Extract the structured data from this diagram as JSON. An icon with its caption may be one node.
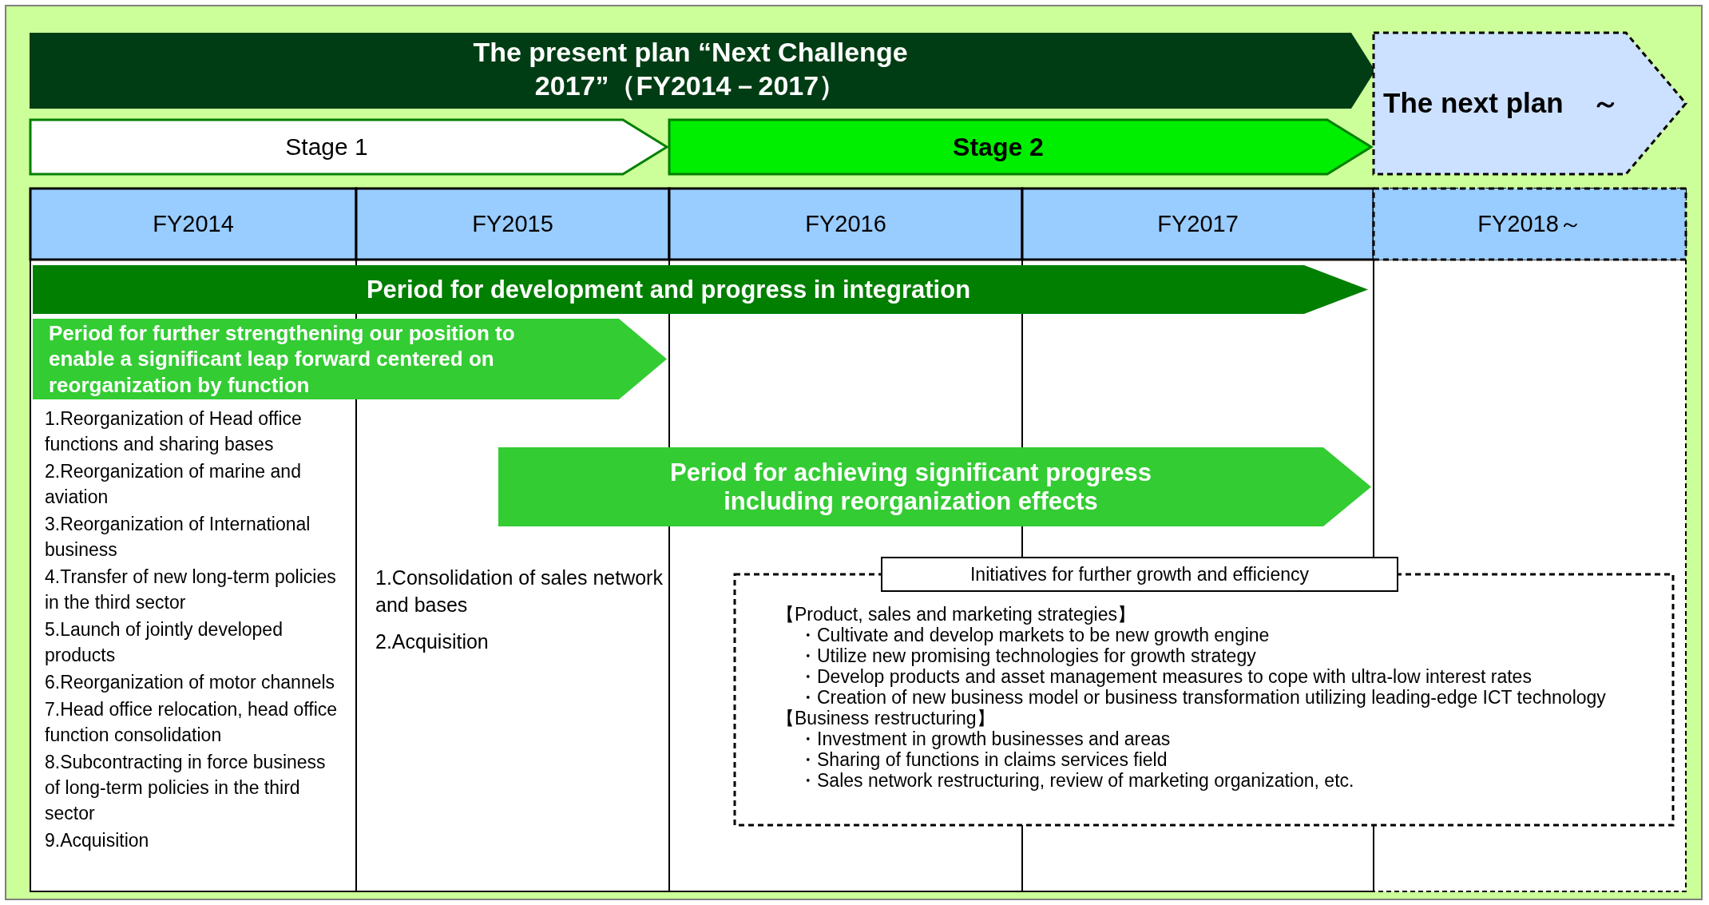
{
  "diagram": {
    "nodes": [
      {
        "text": [
          "The present plan “Next Challenge 2017”（FY2014－2017）"
        ]
      },
      {
        "text": [
          "The next plan　～"
        ]
      },
      {
        "text": [
          "Stage 1"
        ]
      },
      {
        "text": [
          "Stage 2"
        ]
      },
      {
        "text": [
          "FY2014"
        ]
      },
      {
        "text": [
          "FY2015"
        ]
      },
      {
        "text": [
          "FY2016"
        ]
      },
      {
        "text": [
          "FY2017"
        ]
      },
      {
        "text": [
          "FY2018～"
        ]
      },
      {
        "text": [
          "Period for development and progress in integration"
        ]
      },
      {
        "text": [
          "Period for further strengthening our position to enable a significant leap forward centered on reorganization by function"
        ]
      },
      {
        "text": [
          "Period for achieving significant progress including reorganization effects"
        ]
      },
      {
        "text": [
          "Initiatives for further growth and efficiency",
          "【Product, sales and marketing strategies】",
          "・Cultivate and develop markets to be new growth engine",
          "・Utilize new promising technologies for growth strategy",
          "・Develop products and asset management measures to cope with ultra-low interest rates",
          "・Creation of new business model or business transformation utilizing leading-edge ICT technology",
          "【Business restructuring】",
          "・Investment in growth businesses and areas",
          "・Sharing of functions in claims services field",
          "・Sales network restructuring, review of marketing organization, etc."
        ]
      }
    ],
    "labels": [
      "1.Reorganization of Head office functions and sharing bases",
      "2.Reorganization of marine and aviation",
      "3.Reorganization of International business",
      "4.Transfer of new long-term policies in the third sector",
      "5.Launch of jointly developed products",
      "6.Reorganization of motor channels",
      "7.Head office relocation, head office function consolidation",
      "8.Subcontracting in force business of long-term policies in the third sector",
      "9.Acquisition",
      "1.Consolidation of sales network and bases",
      "2.Acquisition"
    ]
  }
}
